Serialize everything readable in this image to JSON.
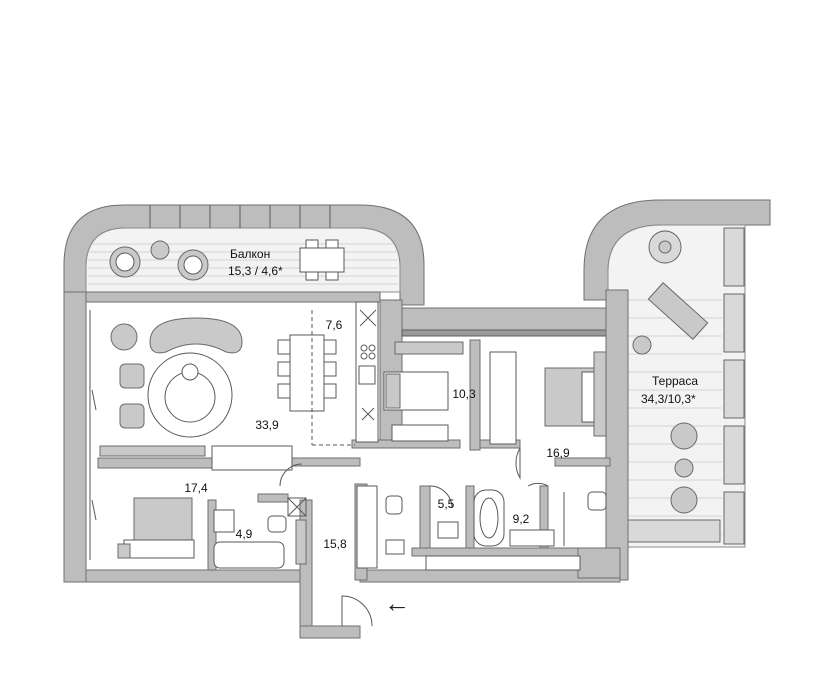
{
  "areas": {
    "balcony_name": "Балкон",
    "balcony_area": "15,3 / 4,6*",
    "terrace_name": "Терраса",
    "terrace_area": "34,3/10,3*",
    "living": "33,9",
    "kitchen": "7,6",
    "bedroom_small": "10,3",
    "master_bedroom": "16,9",
    "bedroom_left": "17,4",
    "bath_left": "4,9",
    "hall": "15,8",
    "bath_middle": "5,5",
    "bath_right": "9,2"
  },
  "entrance_arrow": "←",
  "colors": {
    "wall": "#bdbdbd",
    "line": "#5a5a5a",
    "deck": "#f3f3f3"
  },
  "icons": [
    "entrance-arrow-icon",
    "plant-icon",
    "armchair-icon",
    "bed-icon",
    "bathtub-icon",
    "toilet-icon",
    "sink-icon"
  ]
}
